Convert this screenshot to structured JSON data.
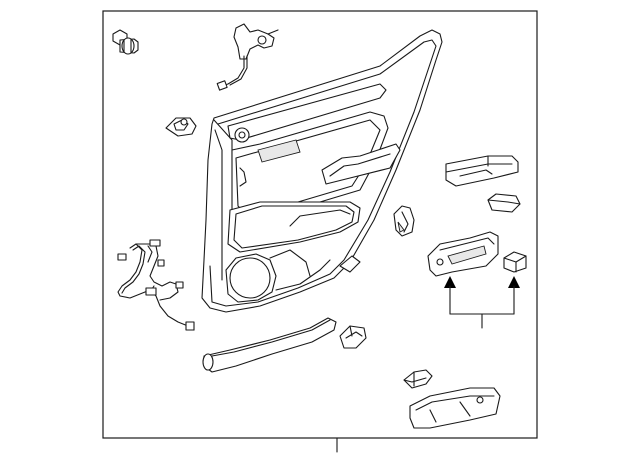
{
  "diagram": {
    "type": "exploded-parts-diagram",
    "colors": {
      "line": "#1a1a1a",
      "background": "#ffffff",
      "shade": "#e8e8e8"
    },
    "parts": [
      {
        "name": "clip-screw",
        "icon": "bolt-icon"
      },
      {
        "name": "wire-bracket",
        "icon": "bracket-icon"
      },
      {
        "name": "small-cap",
        "icon": "cap-icon"
      },
      {
        "name": "door-trim-panel",
        "icon": "door-panel-icon"
      },
      {
        "name": "wiring-harness",
        "icon": "harness-icon"
      },
      {
        "name": "switch-bezel",
        "icon": "bezel-icon"
      },
      {
        "name": "switch-button",
        "icon": "button-icon"
      },
      {
        "name": "latch-bracket",
        "icon": "bracket-icon"
      },
      {
        "name": "switch-assembly",
        "icon": "switch-icon"
      },
      {
        "name": "small-switch",
        "icon": "switch-icon"
      },
      {
        "name": "armrest-molding",
        "icon": "molding-icon"
      },
      {
        "name": "clip",
        "icon": "clip-icon"
      },
      {
        "name": "lamp",
        "icon": "lamp-icon"
      },
      {
        "name": "lower-cover",
        "icon": "cover-icon"
      }
    ]
  }
}
